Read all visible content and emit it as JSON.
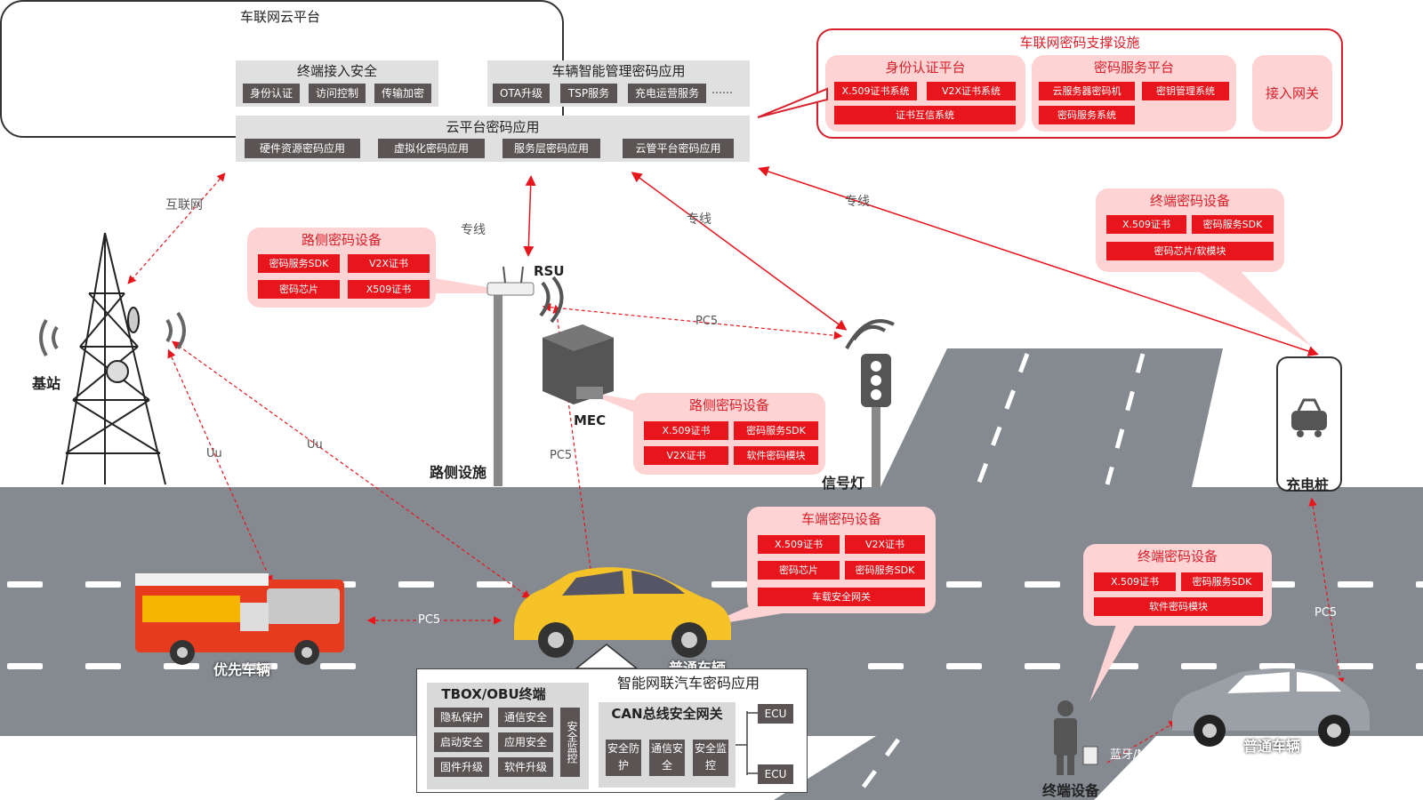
{
  "cloud": {
    "title": "车联网云平台",
    "terminal_access": {
      "title": "终端接入安全",
      "items": [
        "身份认证",
        "访问控制",
        "传输加密"
      ]
    },
    "vehicle_mgmt": {
      "title": "车辆智能管理密码应用",
      "items": [
        "OTA升级",
        "TSP服务",
        "充电运营服务"
      ],
      "more": "……"
    },
    "cloud_crypto": {
      "title": "云平台密码应用",
      "items": [
        "硬件资源密码应用",
        "虚拟化密码应用",
        "服务层密码应用",
        "云管平台密码应用"
      ]
    }
  },
  "support": {
    "title": "车联网密码支撑设施",
    "identity": {
      "title": "身份认证平台",
      "items": [
        "X.509证书系统",
        "V2X证书系统",
        "证书互信系统"
      ]
    },
    "crypto_service": {
      "title": "密码服务平台",
      "items": [
        "云服务器密码机",
        "密钥管理系统",
        "密码服务系统"
      ]
    },
    "gateway": "接入网关"
  },
  "terminal_top": {
    "title": "终端密码设备",
    "items": [
      "X.509证书",
      "密码服务SDK",
      "密码芯片/软模块"
    ]
  },
  "roadside1": {
    "title": "路侧密码设备",
    "items": [
      "密码服务SDK",
      "V2X证书",
      "密码芯片",
      "X509证书"
    ]
  },
  "roadside2": {
    "title": "路侧密码设备",
    "items": [
      "X.509证书",
      "密码服务SDK",
      "V2X证书",
      "软件密码模块"
    ]
  },
  "vehicle_device": {
    "title": "车端密码设备",
    "items": [
      "X.509证书",
      "V2X证书",
      "密码芯片",
      "密码服务SDK",
      "车载安全网关"
    ]
  },
  "terminal_right": {
    "title": "终端密码设备",
    "items": [
      "X.509证书",
      "密码服务SDK",
      "软件密码模块"
    ]
  },
  "links": {
    "internet": "互联网",
    "dedicated1": "专线",
    "dedicated2": "专线",
    "dedicated3": "专线",
    "pc5_rsu_light": "PC5",
    "pc5_rsu_car": "PC5",
    "pc5_cars": "PC5",
    "pc5_charger": "PC5",
    "uu1": "Uu",
    "uu2": "Uu",
    "bluetooth": "蓝牙/NFC..."
  },
  "nodes": {
    "base_station": "基站",
    "rsu": "RSU",
    "roadside_facility": "路侧设施",
    "mec": "MEC",
    "traffic_light": "信号灯",
    "charger": "充电桩",
    "priority_vehicle": "优先车辆",
    "normal_vehicle": "普通车辆",
    "normal_vehicle2": "普通车辆",
    "terminal_device": "终端设备"
  },
  "smart_car": {
    "title": "智能网联汽车密码应用",
    "tbox": {
      "title": "TBOX/OBU终端",
      "items": [
        "隐私保护",
        "通信安全",
        "启动安全",
        "应用安全",
        "固件升级",
        "软件升级"
      ],
      "side": "安全监控"
    },
    "can": {
      "title": "CAN总线安全网关",
      "items": [
        "安全防护",
        "通信安全",
        "安全监控"
      ]
    },
    "ecu1": "ECU",
    "ecu2": "ECU"
  },
  "colors": {
    "accent": "#e8151c",
    "pink": "#fdd3d4",
    "road": "#858a91",
    "dark_btn": "#5b5454"
  }
}
